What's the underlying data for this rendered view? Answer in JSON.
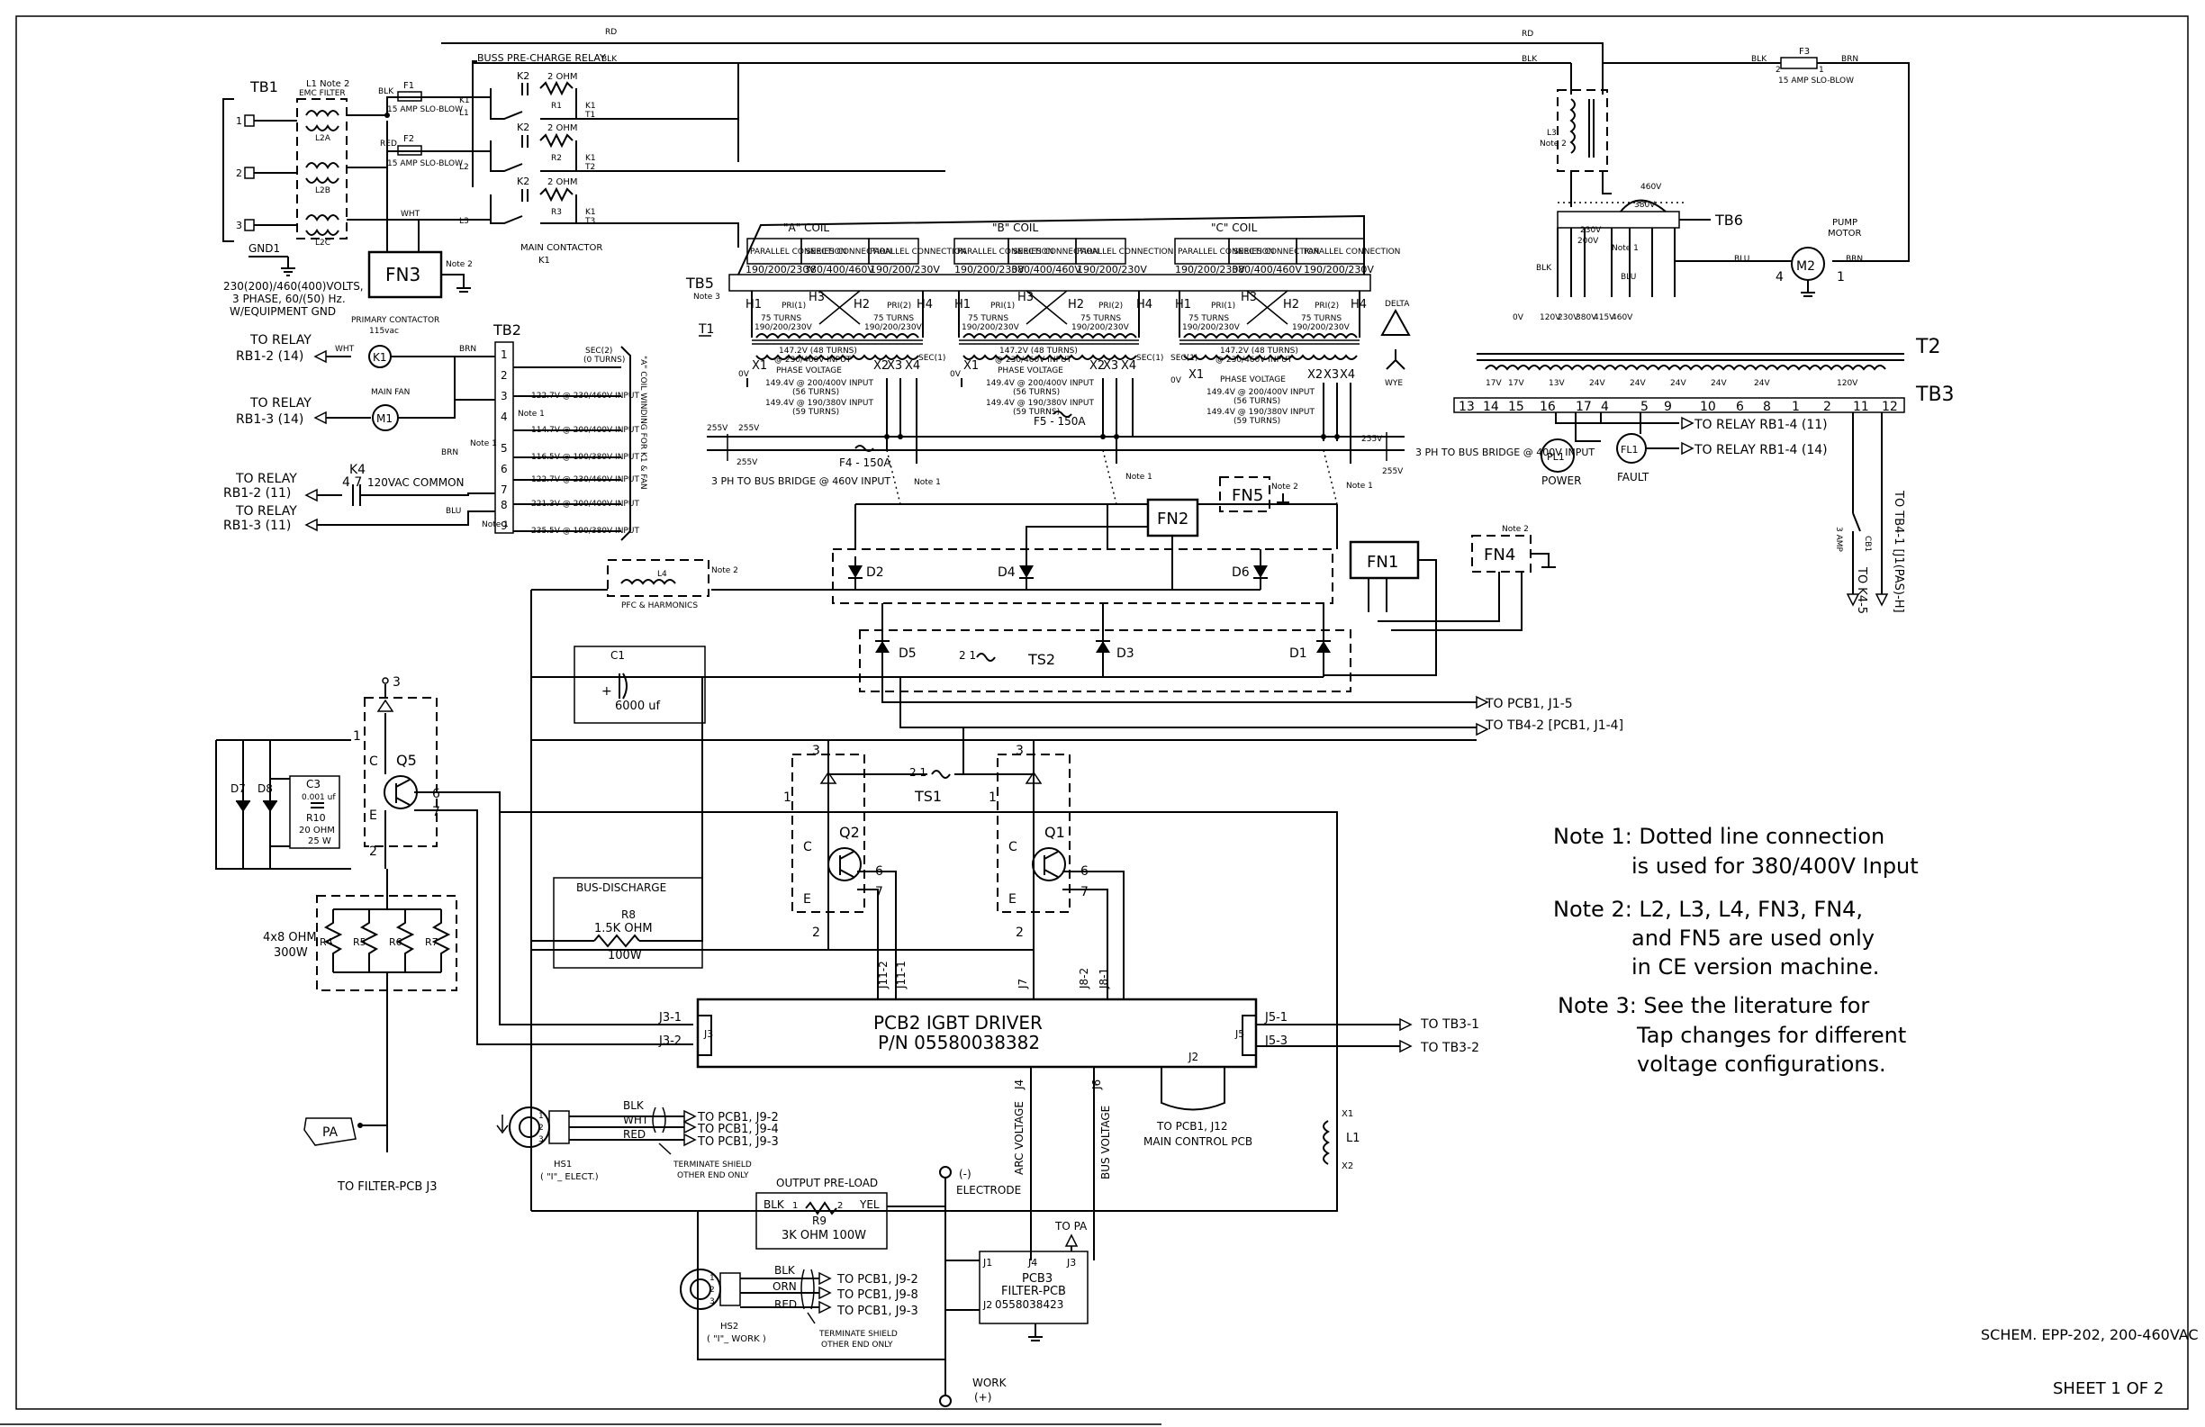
{
  "notes": {
    "note1_line1": "Note 1: Dotted line connection",
    "note1_line2": "is used for 380/400V Input",
    "note2_line1": "Note 2: L2, L3, L4, FN3, FN4,",
    "note2_line2": "and FN5 are used only",
    "note2_line3": "in CE version machine.",
    "note3_line1": "Note 3: See the literature for",
    "note3_line2": "Tap changes for  different",
    "note3_line3": "voltage configurations."
  },
  "title_block": {
    "schematic": "SCHEM. EPP-202, 200-460VAC",
    "sheet": "SHEET  1  OF  2"
  },
  "input": {
    "tb1": "TB1",
    "gnd1": "GND1",
    "emc": "L1 Note 2",
    "emc_filter": "EMC FILTER",
    "l2a": "L2A",
    "l2b": "L2B",
    "l2c": "L2C",
    "voltage_l1": "230(200)/460(400)VOLTS,",
    "voltage_l2": "3 PHASE, 60/(50) Hz.",
    "voltage_l3": "W/EQUIPMENT GND",
    "fn3": "FN3",
    "note2": "Note 2",
    "f1": "F1",
    "f2": "F2",
    "fuse_rating": "15 AMP SLO-BLOW",
    "blk": "BLK",
    "red": "RED",
    "wht": "WHT",
    "buss_precharge": "BUSS PRE-CHARGE RELAY",
    "rd": "RD",
    "k2": "K2",
    "two_ohm": "2 OHM",
    "r1": "R1",
    "r2": "R2",
    "r3": "R3",
    "main_contactor": "MAIN CONTACTOR",
    "k1": "K1",
    "l1": "L1",
    "l2": "L2",
    "l3": "L3",
    "t1": "T1",
    "t2": "T2",
    "t3": "T3"
  },
  "tb2": {
    "label": "TB2",
    "to_relay_1": "TO RELAY",
    "rb1_2_14": "RB1-2 (14)",
    "to_relay_2": "TO RELAY",
    "rb1_3_14": "RB1-3 (14)",
    "to_relay_3": "TO RELAY",
    "rb1_2_11": "RB1-2 (11)",
    "to_relay_4": "TO RELAY",
    "rb1_3_11": "RB1-3 (11)",
    "primary_contactor": "PRIMARY CONTACTOR",
    "vac115": "115vac",
    "k1": "K1",
    "main_fan": "MAIN FAN",
    "m1": "M1",
    "k4": "K4",
    "k4_pins": "4    7",
    "common": "120VAC COMMON",
    "brn": "BRN",
    "blu": "BLU",
    "wht": "WHT",
    "note1": "Note 1",
    "winding": "\"A\" COIL WINDING FOR K1 & FAN",
    "sec2": "SEC(2)",
    "zero_turns": "(0 TURNS)",
    "tap1": "122.7V @ 230/460V INPUT",
    "tap2": "114.7V @ 200/400V INPUT",
    "tap3": "116.5V @ 190/380V INPUT",
    "tap4": "122.7V @ 230/460V INPUT",
    "tap5": "221.3V @ 200/400V INPUT",
    "tap6": "235.5V @ 190/380V INPUT",
    "terminals": [
      "1",
      "2",
      "3",
      "4",
      "5",
      "6",
      "7",
      "8",
      "9"
    ]
  },
  "transformer": {
    "tb5": "TB5",
    "note3": "Note 3",
    "t1": "T1",
    "coil_a": "\"A\" COIL",
    "coil_b": "\"B\" COIL",
    "coil_c": "\"C\" COIL",
    "parallel": "PARALLEL CONNECTION",
    "series": "SERIES CONNECTION",
    "v_par": "190/200/230V",
    "v_ser": "380/400/460V",
    "h1": "H1",
    "h2": "H2",
    "h3": "H3",
    "h4": "H4",
    "pri1": "PRI(1)",
    "pri2": "PRI(2)",
    "turns75": "75 TURNS",
    "x1": "X1",
    "x2": "X2",
    "x3": "X3",
    "x4": "X4",
    "sec1": "SEC(1)",
    "ov": "0V",
    "ph_v1": "147.2V (48 TURNS)",
    "ph_v1b": "@ 230/460V INPUT",
    "phase_voltage": "PHASE VOLTAGE",
    "ph_v2": "149.4V @ 200/400V INPUT",
    "ph_v2b": "(56 TURNS)",
    "ph_v3": "149.4V @ 190/380V INPUT",
    "ph_v3b": "(59 TURNS)",
    "f4": "F4 - 150A",
    "f5": "F5 - 150A",
    "v255": "255V",
    "delta": "DELTA",
    "wye": "WYE",
    "bus_460": "3 PH TO BUS BRIDGE @ 460V INPUT",
    "bus_400": "3 PH TO BUS BRIDGE @ 400V INPUT",
    "note1": "Note 1"
  },
  "rectifier": {
    "fn1": "FN1",
    "fn2": "FN2",
    "fn4": "FN4",
    "fn5": "FN5",
    "note2": "Note 2",
    "d1": "D1",
    "d2": "D2",
    "d3": "D3",
    "d4": "D4",
    "d5": "D5",
    "d6": "D6",
    "ts2": "TS2",
    "ts2_pins": "2    1",
    "l4": "L4",
    "pfc": "PFC & HARMONICS",
    "to_pcb1_j15": "TO PCB1, J1-5",
    "to_tb4_2": "TO TB4-2 [PCB1, J1-4]"
  },
  "power_stage": {
    "c1": "C1",
    "c1_value": "6000 uf",
    "q5": "Q5",
    "q2": "Q2",
    "q1": "Q1",
    "c3": "C3",
    "c3_value": "0.001 uf",
    "r10": "R10",
    "r10_value": "20 OHM",
    "r10_watts": "25 W",
    "d7": "D7",
    "d8": "D8",
    "r_bank": "4x8 OHM",
    "r_bank_w": "300W",
    "r4": "R4",
    "r5": "R5",
    "r6": "R6",
    "r7": "R7",
    "bus_discharge": "BUS-DISCHARGE",
    "r8": "R8",
    "r8_value": "1.5K OHM",
    "r8_watts": "100W",
    "ts1": "TS1",
    "ts1_pins": "2    1",
    "pin_c": "C",
    "pin_e": "E",
    "n1": "1",
    "n2": "2",
    "n3": "3",
    "n6": "6",
    "n7": "7",
    "j11_1": "J11-1",
    "j11_2": "J11-2",
    "j7": "J7",
    "j8_1": "J8-1",
    "j8_2": "J8-2"
  },
  "pcb2": {
    "title": "PCB2  IGBT  DRIVER",
    "pn": "P/N  05580038382",
    "j3": "J3",
    "j3_1": "J3-1",
    "j3_2": "J3-2",
    "j4": "J4",
    "j5": "J5",
    "j5_1": "J5-1",
    "j5_3": "J5-3",
    "j6": "J6",
    "j2": "J2",
    "to_tb3_1": "TO TB3-1",
    "to_tb3_2": "TO TB3-2",
    "arc_voltage": "ARC VOLTAGE",
    "bus_voltage": "BUS VOLTAGE",
    "to_pcb1_j12": "TO PCB1, J12",
    "main_control": "MAIN CONTROL PCB",
    "x1": "X1",
    "x2": "X2",
    "l1": "L1"
  },
  "sensors": {
    "pa": "PA",
    "to_filter": "TO FILTER-PCB J3",
    "hs1": "HS1",
    "hs1_desc": "( \"I\"_ ELECT.)",
    "hs2": "HS2",
    "hs2_desc": "( \"I\"_ WORK )",
    "blk": "BLK",
    "wht": "WHT",
    "red": "RED",
    "orn": "ORN",
    "to_j9_2": "TO PCB1, J9-2",
    "to_j9_4": "TO PCB1, J9-4",
    "to_j9_3": "TO PCB1, J9-3",
    "to_j9_8": "TO PCB1, J9-8",
    "shield_l1": "TERMINATE SHIELD",
    "shield_l2": "OTHER END ONLY",
    "output_preload": "OUTPUT PRE-LOAD",
    "r9": "R9",
    "r9_value": "3K OHM 100W",
    "yel": "YEL",
    "electrode": "ELECTRODE",
    "minus": "(-)",
    "work": "WORK",
    "plus": "(+)",
    "to_pa": "TO PA",
    "pcb3": "PCB3",
    "filter_pcb": "FILTER-PCB",
    "pcb3_pn": "0558038423",
    "j1": "J1",
    "j2": "J2",
    "j3": "J3",
    "j4": "J4"
  },
  "control": {
    "rd": "RD",
    "blk": "BLK",
    "brn": "BRN",
    "blu": "BLU",
    "f3": "F3",
    "f3_rating": "15 AMP SLO-BLOW",
    "l3": "L3",
    "note2": "Note 2",
    "tb6": "TB6",
    "v460": "460V",
    "v380": "380V",
    "v230": "230V",
    "v200": "200V",
    "note1": "Note 1",
    "pump_motor_1": "PUMP",
    "pump_motor_2": "MOTOR",
    "m2": "M2",
    "t2": "T2",
    "tb3": "TB3",
    "tb3_terms": [
      "13",
      "14",
      "15",
      "16",
      "17",
      "4",
      "5",
      "9",
      "10",
      "6",
      "8",
      "1",
      "2",
      "11",
      "12"
    ],
    "to_relay_rb1_4_11": "TO RELAY RB1-4 (11)",
    "to_relay_rb1_4_14": "TO RELAY RB1-4 (14)",
    "pl1": "PL1",
    "power": "POWER",
    "fl1": "FL1",
    "fault": "FAULT",
    "to_k4_5": "TO K4-5",
    "to_tb4_1": "TO TB4-1 [J1(PAS)-H]",
    "cb1": "CB1",
    "amp3": "3 AMP"
  }
}
